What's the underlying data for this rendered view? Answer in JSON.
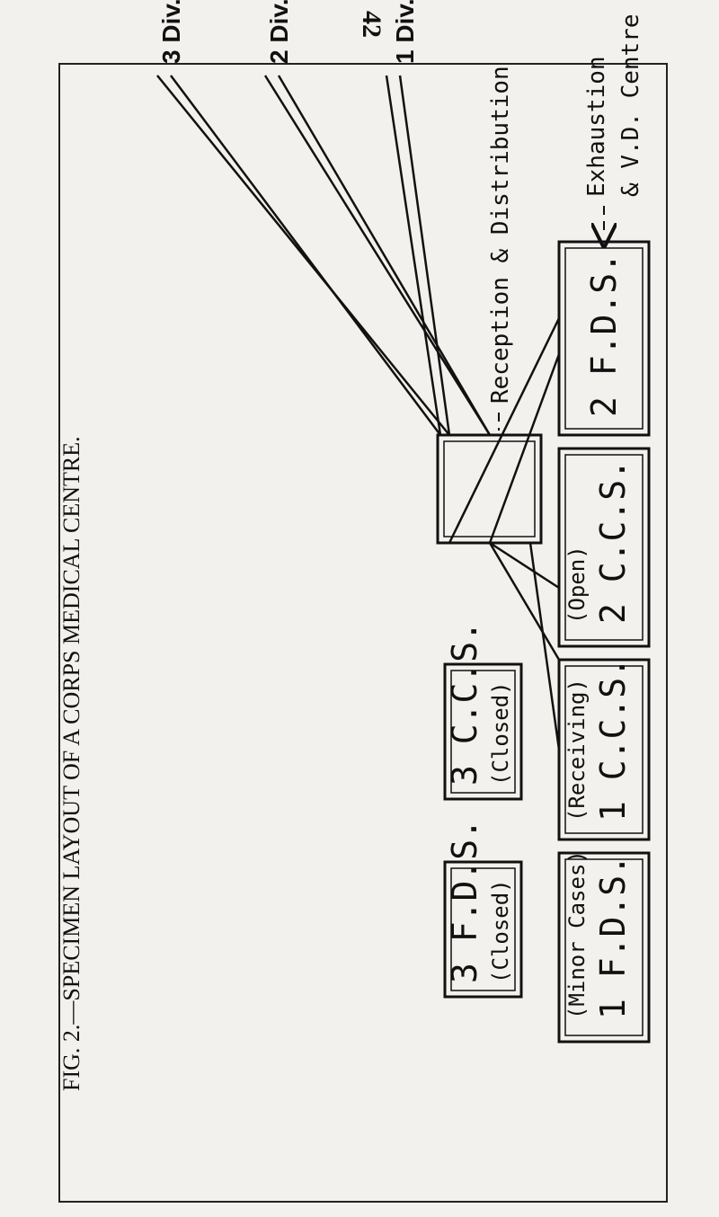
{
  "page_number": "42",
  "figure_caption": "FIG. 2.—SPECIMEN LAYOUT OF A CORPS MEDICAL CENTRE.",
  "boxes": [
    {
      "label": "3 F.D.S.",
      "sub": "(Closed)"
    },
    {
      "label": "3 C.C.S.",
      "sub": "(Closed)"
    },
    {
      "label": "1 F.D.S.",
      "sub": "(Minor Cases)"
    },
    {
      "label": "1 C.C.S.",
      "sub": "(Receiving)"
    },
    {
      "label": "2 C.C.S.",
      "sub": "(Open)"
    },
    {
      "label": "2 F.D.S.",
      "sub": ""
    }
  ],
  "side_labels": {
    "exhaustion": "Exhaustion",
    "vd_centre": "& V.D. Centre",
    "reception": "Reception & Distribution"
  },
  "divisions": [
    "1 Div.",
    "2 Div.",
    "3 Div."
  ]
}
